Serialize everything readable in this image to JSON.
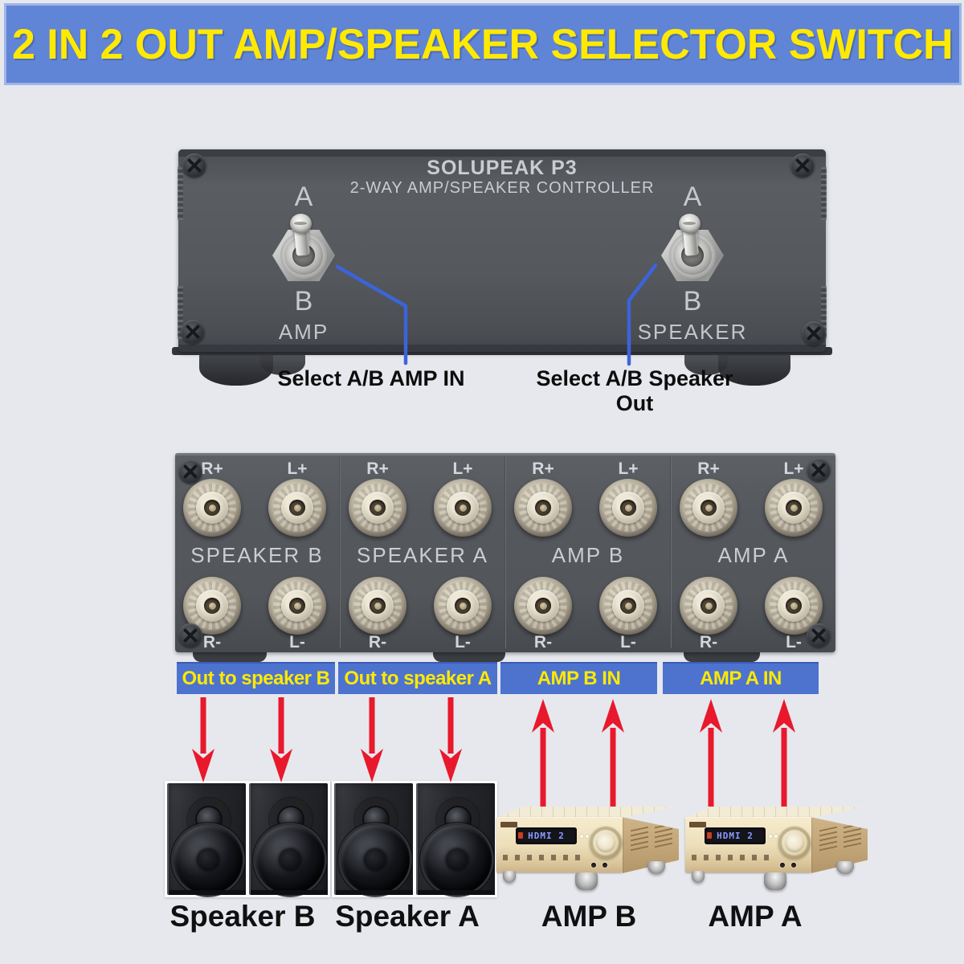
{
  "banner": {
    "title": "2 IN 2 OUT AMP/SPEAKER SELECTOR SWITCH"
  },
  "front_panel": {
    "brand": "SOLUPEAK P3",
    "subtitle": "2-WAY AMP/SPEAKER CONTROLLER",
    "switches": [
      {
        "position_top": "A",
        "position_bottom": "B",
        "label": "AMP",
        "callout": "Select A/B AMP IN"
      },
      {
        "position_top": "A",
        "position_bottom": "B",
        "label": "SPEAKER",
        "callout": "Select A/B Speaker Out"
      }
    ]
  },
  "rear_panel": {
    "sections": [
      {
        "name": "SPEAKER B",
        "terminals": [
          "R+",
          "L+",
          "R-",
          "L-"
        ],
        "tag": "Out to speaker B"
      },
      {
        "name": "SPEAKER A",
        "terminals": [
          "R+",
          "L+",
          "R-",
          "L-"
        ],
        "tag": "Out to speaker A"
      },
      {
        "name": "AMP B",
        "terminals": [
          "R+",
          "L+",
          "R-",
          "L-"
        ],
        "tag": "AMP B IN"
      },
      {
        "name": "AMP A",
        "terminals": [
          "R+",
          "L+",
          "R-",
          "L-"
        ],
        "tag": "AMP A IN"
      }
    ]
  },
  "devices": {
    "speakers": [
      {
        "label": "Speaker B"
      },
      {
        "label": "Speaker A"
      }
    ],
    "amps": [
      {
        "label": "AMP B",
        "display": "HDMI 2"
      },
      {
        "label": "AMP A",
        "display": "HDMI 2"
      }
    ]
  },
  "colors": {
    "banner_bg": "#6084d6",
    "banner_text": "#ffe900",
    "label_bar_bg": "#4d73cf",
    "label_bar_text": "#ffe900",
    "arrow_red": "#e8192c",
    "callout_line_blue": "#3c64d9",
    "chassis_gray": "#54575c"
  }
}
